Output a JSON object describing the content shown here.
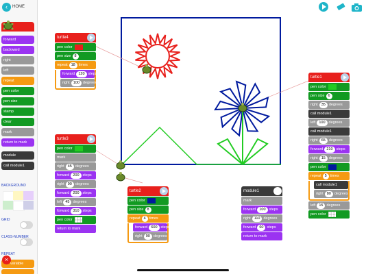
{
  "sidebar": {
    "home_label": "HOME",
    "commands": [
      {
        "label": "forward",
        "color": "#9b33f1"
      },
      {
        "label": "backward",
        "color": "#9b33f1"
      },
      {
        "label": "right",
        "color": "#999999"
      },
      {
        "label": "left",
        "color": "#999999"
      },
      {
        "label": "repeat",
        "color": "#f59a12"
      },
      {
        "label": "pen color",
        "color": "#129a22"
      },
      {
        "label": "pen size",
        "color": "#129a22"
      },
      {
        "label": "stamp",
        "color": "#129a22"
      },
      {
        "label": "clear",
        "color": "#129a22"
      },
      {
        "label": "mark",
        "color": "#999999"
      },
      {
        "label": "return to mark",
        "color": "#9b33f1"
      },
      {
        "label": "module",
        "color": "#3a3a3a"
      },
      {
        "label": "call module1",
        "color": "#3a3a3a"
      }
    ],
    "background_label": "BACKGROUND",
    "background_colors": [
      "#ffffff",
      "#fff7c2",
      "#e6cffb",
      "#cfcfe8",
      "#cdeecd",
      "#ffffff"
    ],
    "grid_label": "GRID",
    "class_number_label": "CLASS-NUMBER",
    "repeat_label": "REPEAT",
    "variable_label": "variable"
  },
  "turtle4": {
    "title": "turtle4",
    "pen_color_label": "pen color",
    "pen_color": "#e8201c",
    "pen_size_label": "pen size",
    "pen_size": "8",
    "repeat_label": "repeat",
    "repeat_count": "18",
    "times_label": "times",
    "forward_label": "forward",
    "forward_value": "120",
    "steps_label": "steps",
    "right_label": "right",
    "right_value": "100",
    "degrees_label": "degrees"
  },
  "turtle3": {
    "title": "turtle3",
    "rows": [
      {
        "kind": "color",
        "label": "pen color",
        "swatch": "#22cc22",
        "color": "#129a22"
      },
      {
        "kind": "plain",
        "label": "mark",
        "color": "#999999"
      },
      {
        "kind": "num",
        "label": "right",
        "num": "45",
        "unit": "degrees",
        "color": "#999999"
      },
      {
        "kind": "num",
        "label": "forward",
        "num": "200",
        "unit": "steps",
        "color": "#9b33f1"
      },
      {
        "kind": "num",
        "label": "right",
        "num": "90",
        "unit": "degrees",
        "color": "#999999"
      },
      {
        "kind": "num",
        "label": "forward",
        "num": "200",
        "unit": "steps",
        "color": "#9b33f1"
      },
      {
        "kind": "num",
        "label": "left",
        "num": "45",
        "unit": "degrees",
        "color": "#999999"
      },
      {
        "kind": "num",
        "label": "forward",
        "num": "310",
        "unit": "steps",
        "color": "#9b33f1"
      },
      {
        "kind": "checker",
        "label": "pen color",
        "color": "#129a22"
      },
      {
        "kind": "plain",
        "label": "return to mark",
        "color": "#9b33f1"
      }
    ]
  },
  "turtle2": {
    "title": "turtle2",
    "pen_color_label": "pen color",
    "pen_color": "#001a9e",
    "pen_size_label": "pen size",
    "pen_size": "8",
    "repeat_label": "repeat",
    "repeat_count": "4",
    "times_label": "times",
    "forward_label": "forward",
    "forward_value": "600",
    "steps_label": "steps",
    "right_label": "right",
    "right_value": "90",
    "degrees_label": "degrees"
  },
  "module1": {
    "title": "module1",
    "rows": [
      {
        "kind": "plain",
        "label": "mark",
        "color": "#999999"
      },
      {
        "kind": "num",
        "label": "forward",
        "num": "100",
        "unit": "steps",
        "color": "#9b33f1"
      },
      {
        "kind": "num",
        "label": "right",
        "num": "110",
        "unit": "degrees",
        "color": "#999999"
      },
      {
        "kind": "num",
        "label": "forward",
        "num": "60",
        "unit": "steps",
        "color": "#9b33f1"
      },
      {
        "kind": "plain",
        "label": "return to mark",
        "color": "#9b33f1"
      }
    ]
  },
  "turtle1": {
    "title": "turtle1",
    "rows": [
      {
        "kind": "color",
        "label": "pen color",
        "swatch": "#22cc22",
        "color": "#129a22"
      },
      {
        "kind": "num",
        "label": "pen size",
        "num": "6",
        "unit": "",
        "color": "#129a22"
      },
      {
        "kind": "num",
        "label": "right",
        "num": "35",
        "unit": "degrees",
        "color": "#999999"
      },
      {
        "kind": "plain",
        "label": "call module1",
        "color": "#3a3a3a"
      },
      {
        "kind": "num",
        "label": "left",
        "num": "100",
        "unit": "degrees",
        "color": "#999999"
      },
      {
        "kind": "plain",
        "label": "call module1",
        "color": "#3a3a3a"
      },
      {
        "kind": "num",
        "label": "right",
        "num": "65",
        "unit": "degrees",
        "color": "#999999"
      },
      {
        "kind": "num",
        "label": "forward",
        "num": "210",
        "unit": "steps",
        "color": "#9b33f1"
      },
      {
        "kind": "num",
        "label": "right",
        "num": "15",
        "unit": "degrees",
        "color": "#999999"
      },
      {
        "kind": "color",
        "label": "pen color",
        "swatch": "#001a9e",
        "color": "#129a22"
      }
    ],
    "repeat_label": "repeat",
    "repeat_count": "5",
    "times_label": "times",
    "repeat_rows": [
      {
        "label": "call module1",
        "color": "#3a3a3a"
      },
      {
        "label": "right",
        "num": "80",
        "unit": "degrees",
        "color": "#999999"
      }
    ],
    "after_rows": [
      {
        "kind": "num",
        "label": "left",
        "num": "15",
        "unit": "degrees",
        "color": "#999999"
      },
      {
        "kind": "checker",
        "label": "pen color",
        "color": "#129a22"
      }
    ]
  },
  "colors": {
    "canvas_border": "#001a9e",
    "red_star": "#e8201c",
    "blue_flower": "#001a9e",
    "green_lines": "#22cc22"
  }
}
